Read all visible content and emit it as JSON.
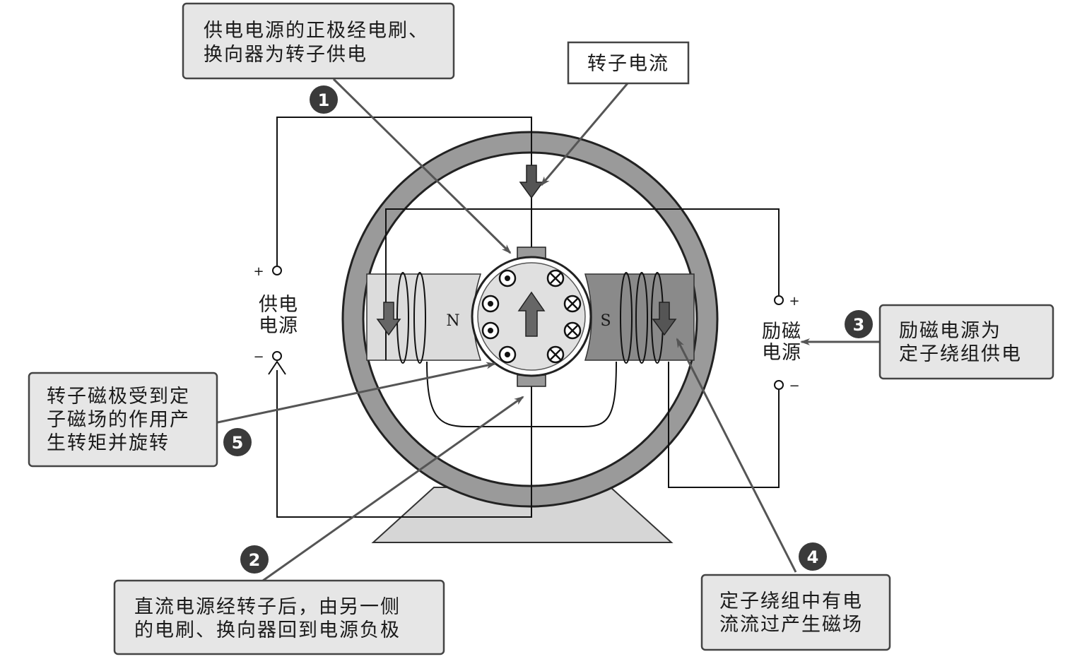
{
  "callouts": {
    "c1": {
      "lines": [
        "供电电源的正极经电刷、",
        "换向器为转子供电"
      ]
    },
    "rotor_current": {
      "lines": [
        "转子电流"
      ]
    },
    "c3": {
      "lines": [
        "励磁电源为",
        "定子绕组供电"
      ]
    },
    "c5": {
      "lines": [
        "转子磁极受到定",
        "子磁场的作用产",
        "生转矩并旋转"
      ]
    },
    "c2": {
      "lines": [
        "直流电源经转子后，由另一侧",
        "的电刷、换向器回到电源负极"
      ]
    },
    "c4": {
      "lines": [
        "定子绕组中有电",
        "流流过产生磁场"
      ]
    }
  },
  "badges": {
    "b1": "1",
    "b2": "2",
    "b3": "3",
    "b4": "4",
    "b5": "5"
  },
  "labels": {
    "supply_line1": "供电",
    "supply_line2": "电源",
    "excite_line1": "励磁",
    "excite_line2": "电源",
    "pole_n": "N",
    "pole_s": "S",
    "plus": "+",
    "minus": "−"
  },
  "colors": {
    "callout_fill": "#e6e6e6",
    "frame_ring": "#9a9a9a",
    "pole_light": "#dcdcdc",
    "pole_dark": "#8a8a8a",
    "badge_fill": "#3a3a3a",
    "arrow": "#555555"
  }
}
